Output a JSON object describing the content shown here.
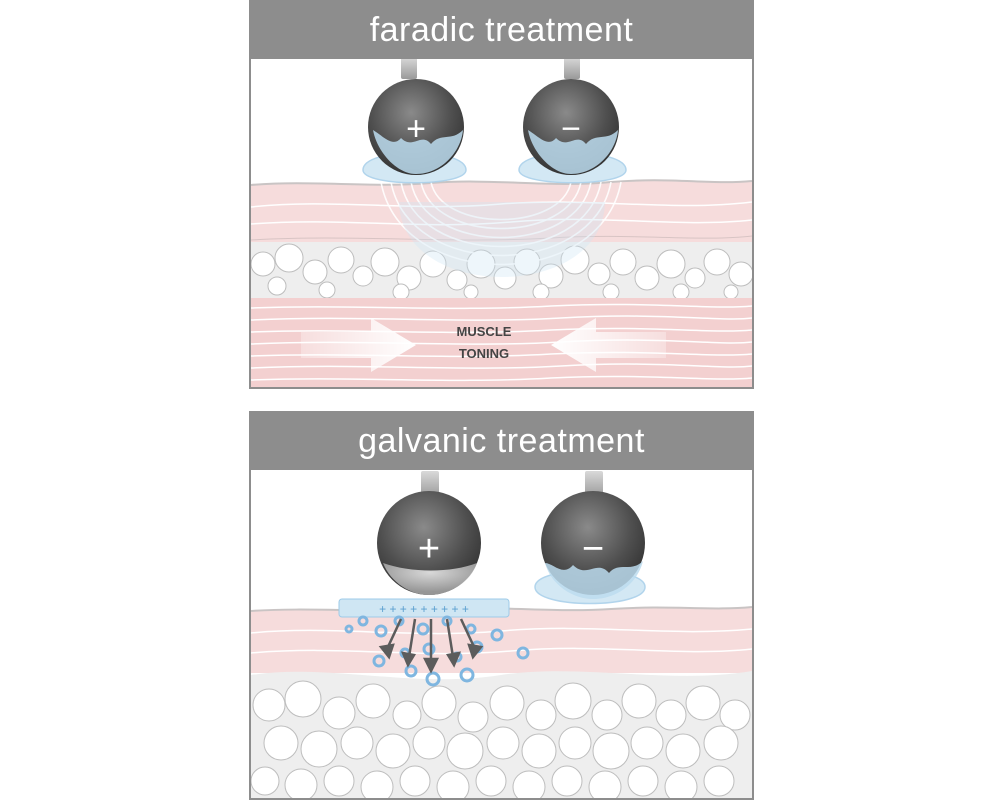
{
  "panels": [
    {
      "id": "faradic",
      "title": "faradic treatment",
      "electrodes": [
        {
          "polarity": "+"
        },
        {
          "polarity": "−"
        }
      ],
      "annotation": [
        "MUSCLE",
        "TONING"
      ]
    },
    {
      "id": "galvanic",
      "title": "galvanic treatment",
      "electrodes": [
        {
          "polarity": "+"
        },
        {
          "polarity": "−"
        }
      ],
      "pad_charge": "+ + + + + + + + +"
    }
  ],
  "colors": {
    "header": "#8d8d8d",
    "skin": "#f6dcdc",
    "muscle": "#f3d0d0",
    "gel": "#cfe6f3",
    "ion": "#7fb6e0",
    "electrode": "#5a5a5a"
  }
}
